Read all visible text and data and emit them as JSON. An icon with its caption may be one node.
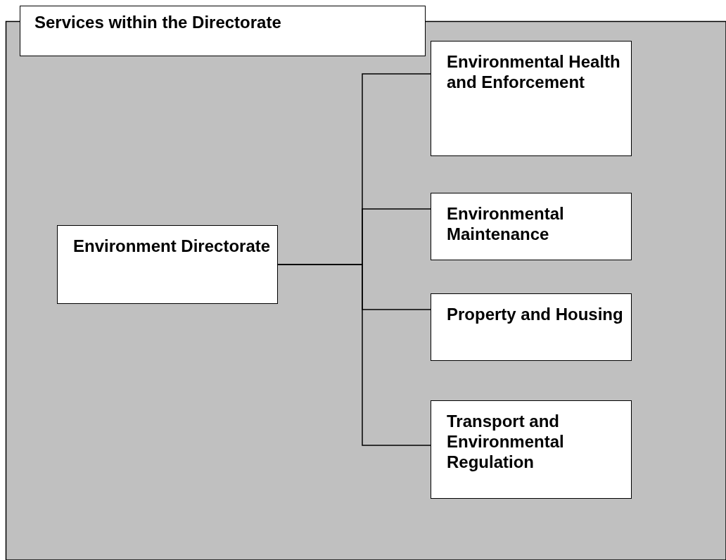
{
  "diagram": {
    "title": "Services within the Directorate",
    "nodes": [
      {
        "text": [
          "Environment Directorate"
        ]
      },
      {
        "text": [
          "Environmental Health and Enforcement"
        ]
      },
      {
        "text": [
          "Environmental Maintenance"
        ]
      },
      {
        "text": [
          "Property and Housing"
        ]
      },
      {
        "text": [
          "Transport and Environmental Regulation"
        ]
      }
    ],
    "edges": [
      {
        "from": 0,
        "to": 1,
        "arrow": "none"
      },
      {
        "from": 0,
        "to": 2,
        "arrow": "none"
      },
      {
        "from": 0,
        "to": 3,
        "arrow": "none"
      },
      {
        "from": 0,
        "to": 4,
        "arrow": "none"
      }
    ]
  }
}
